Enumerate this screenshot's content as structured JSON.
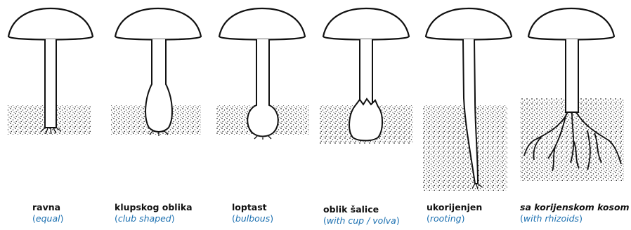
{
  "diagram": {
    "items": [
      {
        "label": "ravna",
        "english": "equal",
        "shape": "equal",
        "label_italic": false
      },
      {
        "label": "klupskog oblika",
        "english": "club shaped",
        "shape": "club",
        "label_italic": false
      },
      {
        "label": "loptast",
        "english": "bulbous",
        "shape": "bulbous",
        "label_italic": false
      },
      {
        "label": "oblik šalice",
        "english": "with cup / volva",
        "shape": "volva",
        "label_italic": false
      },
      {
        "label": "ukorijenjen",
        "english": "rooting",
        "shape": "rooting",
        "label_italic": false
      },
      {
        "label": "sa korijenskom kosom",
        "english": "with rhizoids",
        "shape": "rhizoids",
        "label_italic": true
      }
    ],
    "colors": {
      "ink": "#111111",
      "english_text": "#1a6fb0",
      "soil_dots": "#222222"
    }
  }
}
